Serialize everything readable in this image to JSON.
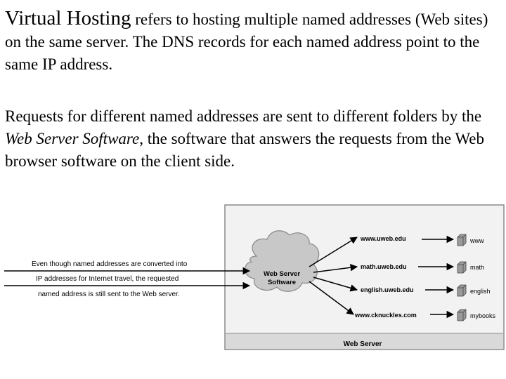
{
  "intro": {
    "term": "Virtual Hosting",
    "definition": " refers to hosting multiple named addresses (Web sites) on the same server. The DNS records for each named address point to the same IP address."
  },
  "explanation": {
    "before": "Requests for different named addresses are sent to different folders by the ",
    "emphasis": "Web Server Software",
    "after": ", the software that answers the requests from the Web browser software on the client side."
  },
  "diagram": {
    "note_lines": [
      "Even though named addresses are converted into",
      "IP addresses for Internet travel, the requested",
      "named address is still sent to the Web server."
    ],
    "cloud_label": [
      "Web Server",
      "Software"
    ],
    "addresses": [
      "www.uweb.edu",
      "math.uweb.edu",
      "english.uweb.edu",
      "www.cknuckles.com"
    ],
    "folders": [
      "www",
      "math",
      "english",
      "mybooks"
    ],
    "server_label": "Web Server",
    "colors": {
      "panel": "#f2f2f2",
      "border": "#8a8a8a",
      "cloud": "#c8c8c8",
      "folder": "#9a9a9a",
      "bar": "#d9d9d9"
    }
  }
}
